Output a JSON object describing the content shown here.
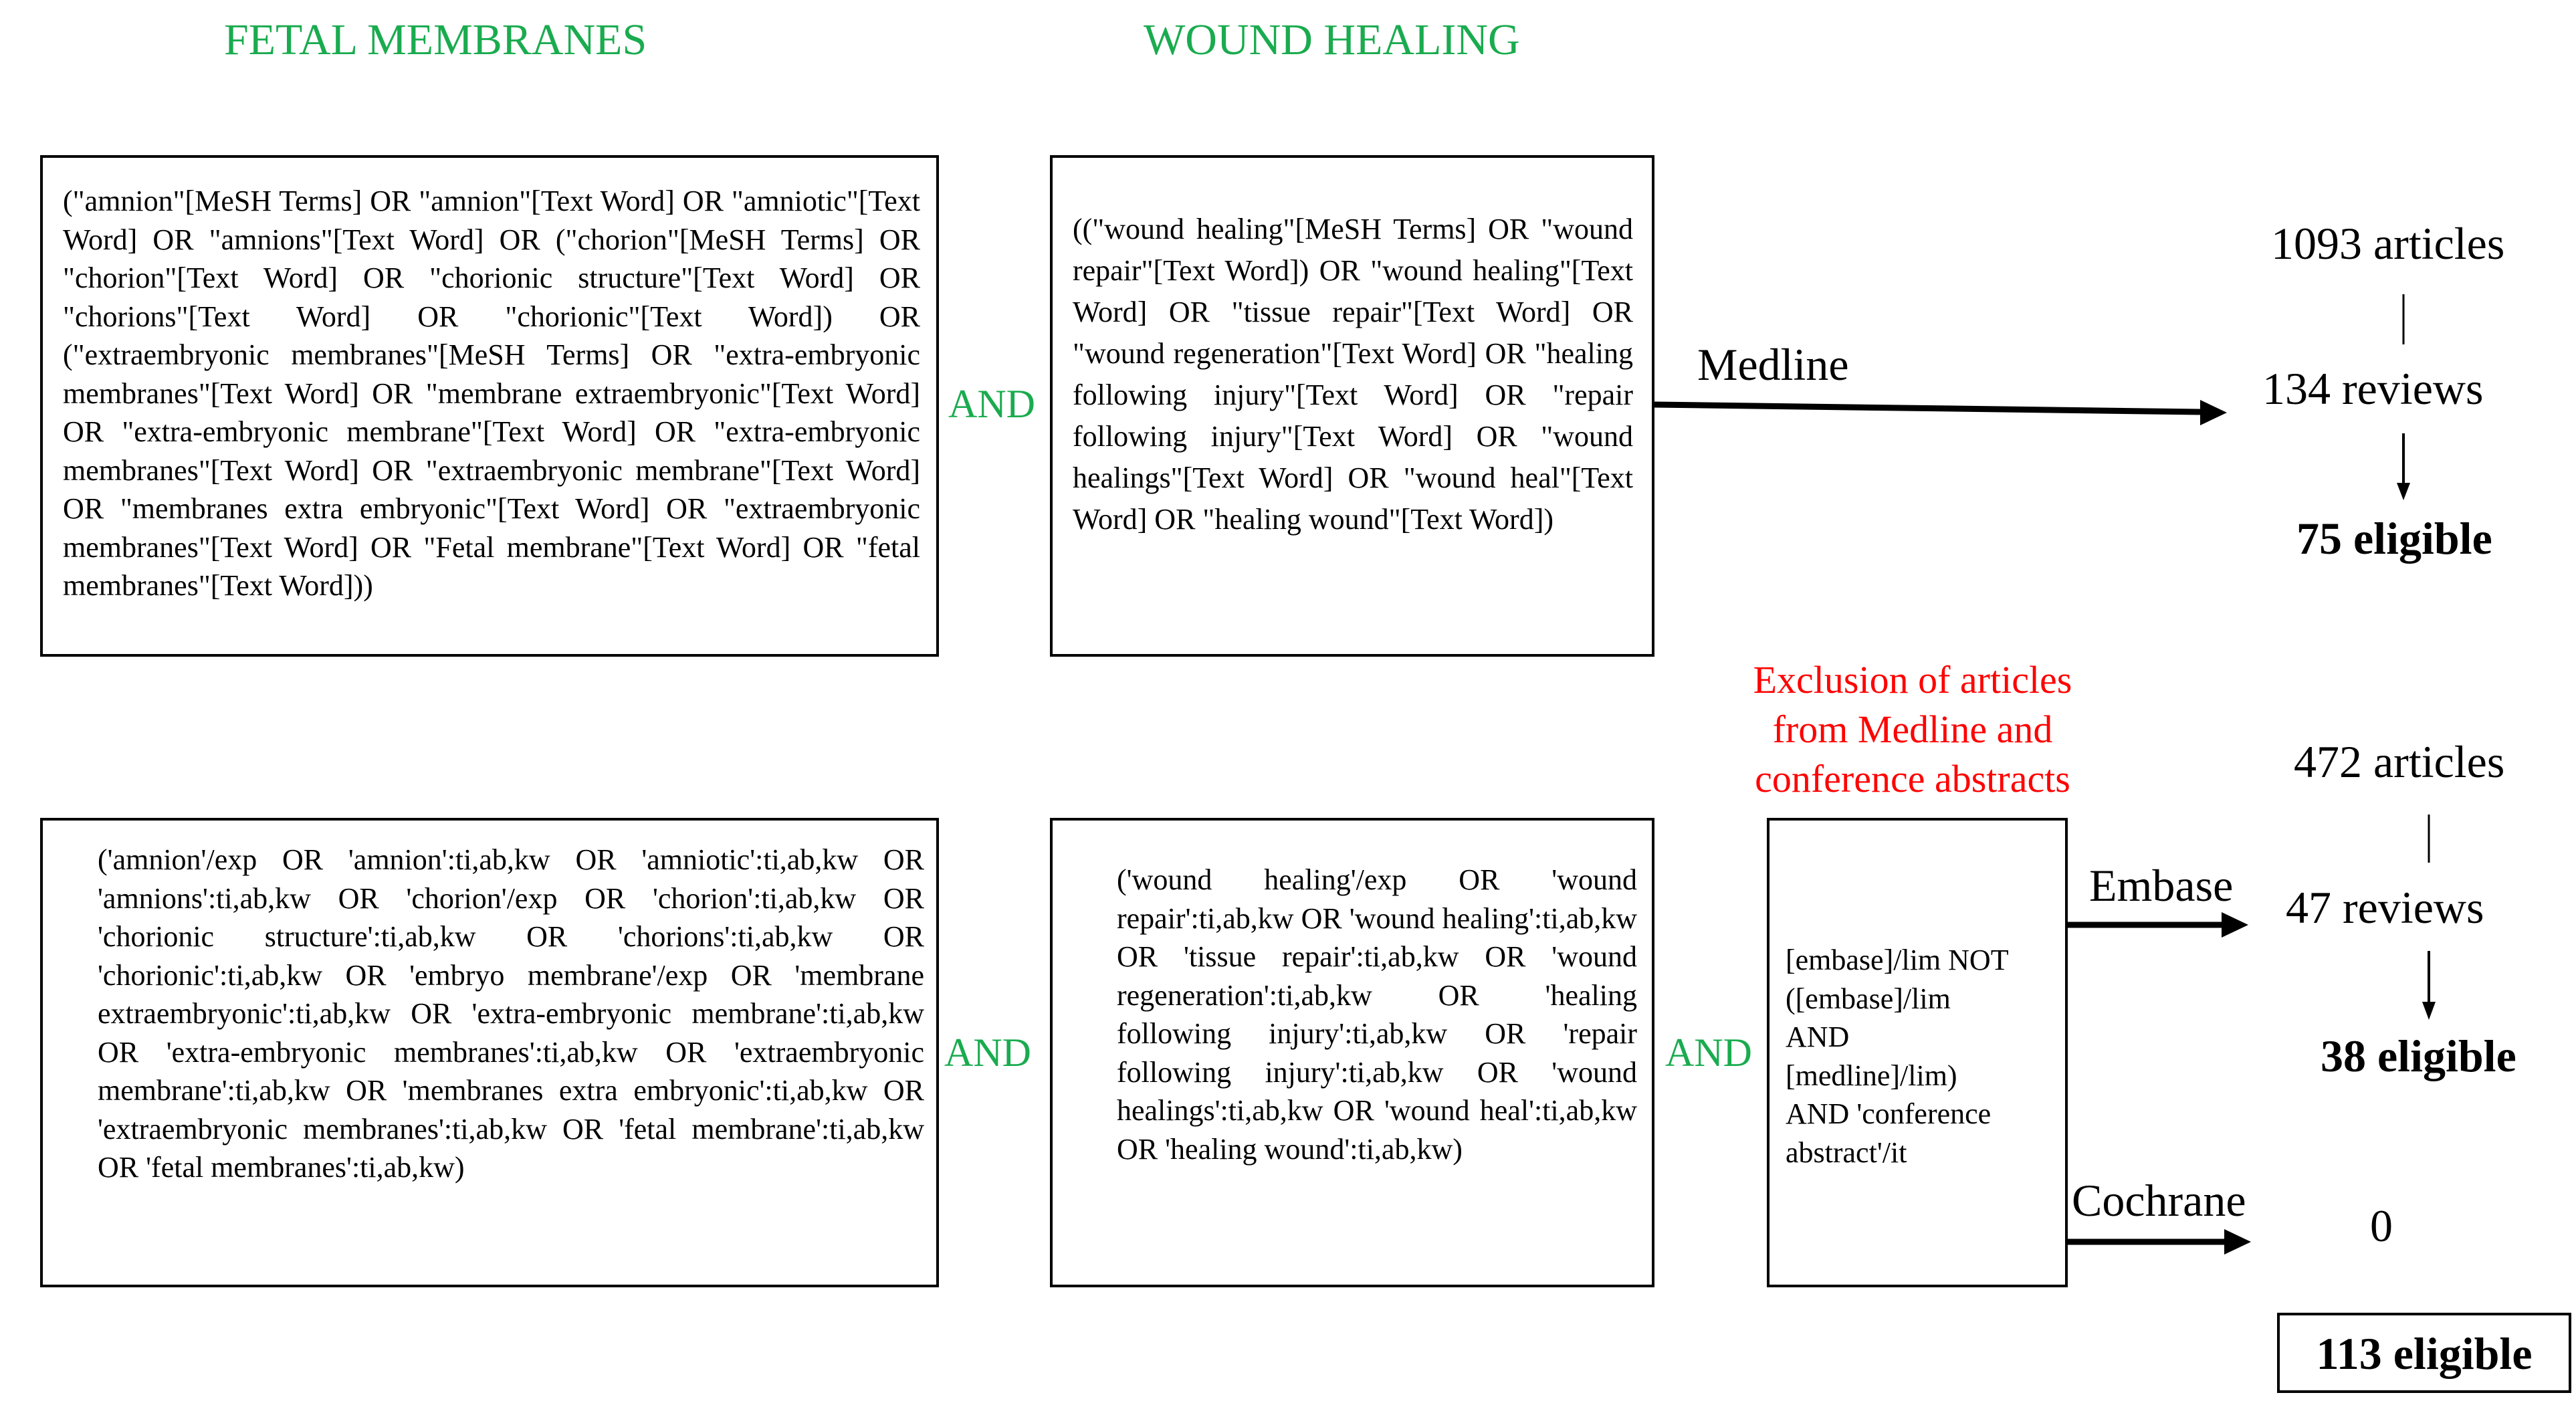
{
  "headings": {
    "fetal": "FETAL MEMBRANES",
    "wound": "WOUND HEALING"
  },
  "medline": {
    "fetal_query": "(\"amnion\"[MeSH Terms] OR \"amnion\"[Text Word] OR \"amniotic\"[Text Word] OR \"amnions\"[Text Word] OR (\"chorion\"[MeSH Terms] OR \"chorion\"[Text Word] OR \"chorionic structure\"[Text Word] OR \"chorions\"[Text Word] OR \"chorionic\"[Text Word]) OR (\"extraembryonic membranes\"[MeSH Terms] OR \"extra-embryonic membranes\"[Text Word] OR \"membrane extraembryonic\"[Text Word] OR \"extra-embryonic membrane\"[Text Word] OR \"extra-embryonic membranes\"[Text Word] OR \"extraembryonic membrane\"[Text Word] OR \"membranes extra embryonic\"[Text Word] OR \"extraembryonic membranes\"[Text Word] OR \"Fetal membrane\"[Text Word] OR \"fetal membranes\"[Text Word]))",
    "and_label": "AND",
    "wound_query": "((\"wound healing\"[MeSH Terms] OR \"wound repair\"[Text Word]) OR \"wound healing\"[Text Word] OR \"tissue repair\"[Text Word] OR \"wound regeneration\"[Text Word] OR \"healing following injury\"[Text Word] OR \"repair following injury\"[Text Word] OR \"wound healings\"[Text Word] OR \"wound heal\"[Text Word] OR \"healing wound\"[Text Word])",
    "db_label": "Medline",
    "articles": "1093 articles",
    "reviews": "134 reviews",
    "eligible": "75 eligible"
  },
  "embase": {
    "fetal_query": "('amnion'/exp OR 'amnion':ti,ab,kw OR 'amniotic':ti,ab,kw OR 'amnions':ti,ab,kw OR 'chorion'/exp OR 'chorion':ti,ab,kw OR 'chorionic structure':ti,ab,kw OR 'chorions':ti,ab,kw OR 'chorionic':ti,ab,kw OR 'embryo membrane'/exp OR 'membrane extraembryonic':ti,ab,kw OR 'extra-embryonic membrane':ti,ab,kw OR 'extra-embryonic membranes':ti,ab,kw OR 'extraembryonic membrane':ti,ab,kw OR 'membranes extra embryonic':ti,ab,kw OR 'extraembryonic membranes':ti,ab,kw OR 'fetal membrane':ti,ab,kw OR 'fetal membranes':ti,ab,kw)",
    "and_label_1": "AND",
    "wound_query": "('wound healing'/exp OR 'wound repair':ti,ab,kw OR 'wound healing':ti,ab,kw OR 'tissue repair':ti,ab,kw OR 'wound regeneration':ti,ab,kw OR 'healing following injury':ti,ab,kw OR 'repair following injury':ti,ab,kw OR 'wound healings':ti,ab,kw OR 'wound heal':ti,ab,kw OR 'healing wound':ti,ab,kw)",
    "and_label_2": "AND",
    "exclusion_title": [
      "Exclusion of articles",
      "from Medline and",
      "conference abstracts"
    ],
    "exclusion_query": [
      "[embase]/lim NOT",
      "([embase]/lim",
      "AND",
      "[medline]/lim)",
      "AND 'conference",
      "abstract'/it"
    ],
    "db_label": "Embase",
    "articles": "472 articles",
    "reviews": "47 reviews",
    "eligible": "38 eligible"
  },
  "cochrane": {
    "db_label": "Cochrane",
    "count": "0"
  },
  "total": "113 eligible",
  "colors": {
    "heading_green": "#1aab4f",
    "exclusion_red": "#ff0000",
    "text": "#000000"
  }
}
